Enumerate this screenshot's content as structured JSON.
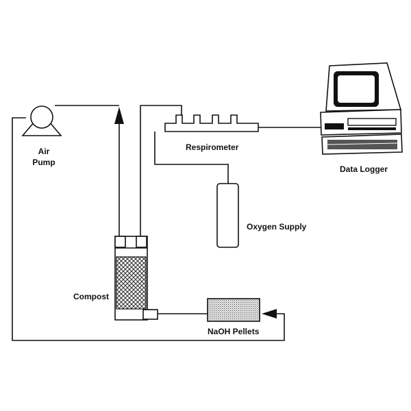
{
  "labels": {
    "air_pump": [
      "Air",
      "Pump"
    ],
    "respirometer": "Respirometer",
    "data_logger": "Data Logger",
    "oxygen_supply": "Oxygen Supply",
    "compost": "Compost",
    "naoh_pellets": "NaOH Pellets"
  },
  "colors": {
    "line": "#111111",
    "background": "#ffffff"
  },
  "icons": [
    "air-pump-icon",
    "computer-icon",
    "gas-cylinder-icon"
  ]
}
